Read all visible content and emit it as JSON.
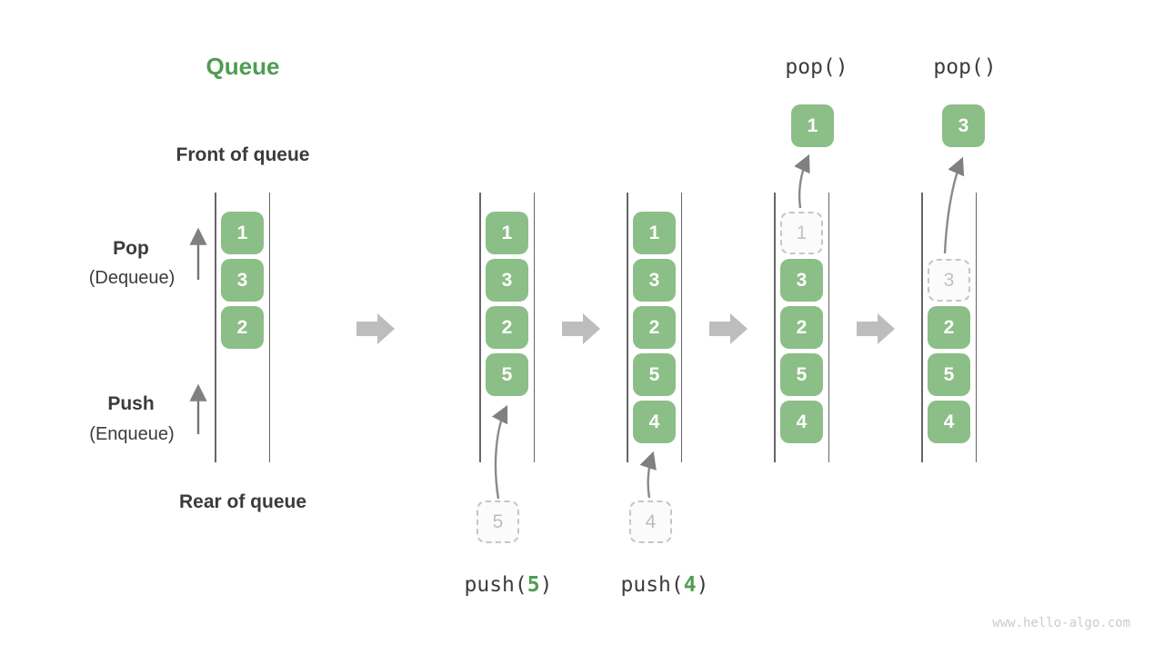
{
  "title": "Queue",
  "side": {
    "front_label": "Front of queue",
    "rear_label": "Rear of queue",
    "pop_label": "Pop",
    "pop_sublabel": "(Dequeue)",
    "push_label": "Push",
    "push_sublabel": "(Enqueue)"
  },
  "columns": [
    {
      "solid": [
        "1",
        "3",
        "2"
      ]
    },
    {
      "solid": [
        "1",
        "3",
        "2",
        "5"
      ],
      "pending": "5"
    },
    {
      "solid": [
        "1",
        "3",
        "2",
        "5",
        "4"
      ],
      "pending": "4"
    },
    {
      "ghost": "1",
      "solid": [
        "3",
        "2",
        "5",
        "4"
      ],
      "popped": "1"
    },
    {
      "ghost": "3",
      "solid": [
        "2",
        "5",
        "4"
      ],
      "popped": "3"
    }
  ],
  "operations": {
    "pop_left": "pop()",
    "pop_right": "pop()",
    "push_left": {
      "pre": "push(",
      "arg": "5",
      "post": ")"
    },
    "push_right": {
      "pre": "push(",
      "arg": "4",
      "post": ")"
    }
  },
  "watermark": "www.hello-algo.com",
  "colors": {
    "element_green": "#8CBE88",
    "accent_green": "#4E9D53",
    "text_dark": "#3B3B3B",
    "block_arrow_gray": "#BDBDBD",
    "thin_arrow_gray": "#808080",
    "ghost_border_gray": "#C6C6C6",
    "queue_wall_gray": "#666666"
  }
}
